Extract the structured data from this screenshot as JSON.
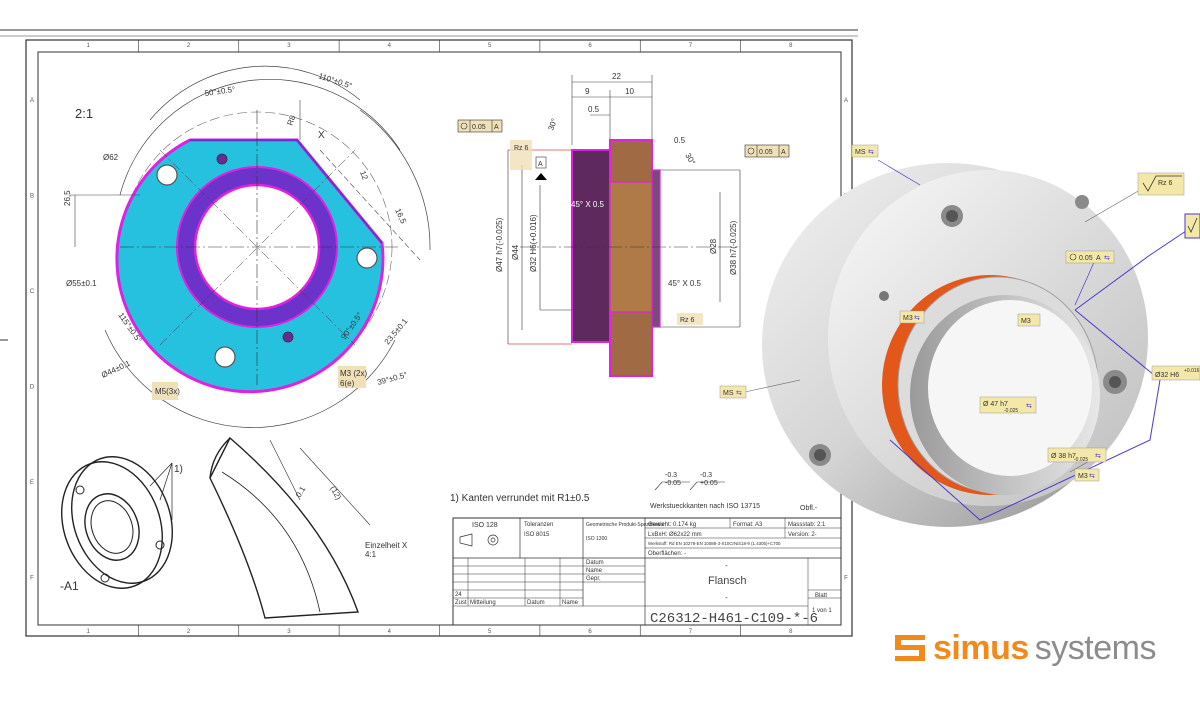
{
  "drawing": {
    "scale": "2:1",
    "view_x_label": "X",
    "dim": {
      "angle50": "50°±0.5°",
      "angle110": "110°±0.5°",
      "r8": "R8",
      "d62": "Ø62",
      "h265": "26,5",
      "r55": "Ø55±0.1",
      "a115": "115°±0.5°",
      "d44": "Ø44±0.1",
      "d12": "12",
      "d165": "16,5",
      "a90": "90°±0.5°",
      "d23": "23,5±0.1",
      "a39": "39°±0.5°",
      "m5": "M5(3x)",
      "m3": "M3 (2x)",
      "m3b": "6(e)"
    },
    "section": {
      "w22": "22",
      "w9": "9",
      "w10": "10",
      "w05a": "0.5",
      "w05b": "0.5",
      "ang30": "30°",
      "ang30b": "30°",
      "tol1": "0.05",
      "tol1_ref": "A",
      "tol2": "0.05",
      "tol2_ref": "A",
      "datum": "A",
      "rz1": "Rz 6",
      "rz2": "Rz 6",
      "chamfer1": "45° X 0.5",
      "chamfer2": "45° X 0.5",
      "d47": "Ø47 h7(-0.025)",
      "d44s": "Ø44",
      "d32": "Ø32 H6(+0.016)",
      "d28": "Ø28",
      "d38": "Ø38 h7(-0.025)"
    },
    "detail": {
      "label1": "1)",
      "dim01": "0.1",
      "dim12": "(12)",
      "title": "Einzelheit X",
      "scale": "4:1",
      "view_label": "-A1"
    },
    "notes": {
      "note1": "1) Kanten verrundet mit R1±0.5",
      "edge_tol_a": "-0.3",
      "edge_tol_b": "-0.05",
      "edge_tol_c": "-0.3",
      "edge_tol_d": "+0.05",
      "edge_note": "Werkstueckkanten nach ISO 13715",
      "surface": "Obfl.-"
    },
    "title_block": {
      "iso": "ISO 128",
      "tol_label": "Toleranzen",
      "tol_val": "ISO 8015",
      "geo_label": "Geometrische Produkt-Spezifikation",
      "geo_val": "ISO 1300",
      "weight": "Gewicht: 0.174 kg",
      "format": "Format: A3",
      "massstab": "Massstab: 2:1",
      "dims": "LxBxH: Ø62x22 mm",
      "version": "Version: 2-",
      "material": "Werkstoff: Rd EN 10278-EN 10088-3-X10CrNiS18-9 (1.4305)+C700",
      "surface": "Oberflächen: -",
      "datum": "Datum",
      "name": "Name",
      "gepr": "Gepr.",
      "num24": "24",
      "zust": "Zust",
      "mitteilung": "Mitteilung",
      "datum2": "Datum",
      "name2": "Name",
      "dash1": "-",
      "part_name": "Flansch",
      "dash2": "-",
      "blatt": "Blatt",
      "blatt_val": "1 von 1",
      "drawing_no": "C26312-H461-C109-*-6"
    },
    "grid_cols": [
      "1",
      "2",
      "3",
      "4",
      "5",
      "6",
      "7",
      "8"
    ],
    "grid_rows": [
      "A",
      "B",
      "C",
      "D",
      "E",
      "F"
    ]
  },
  "model3d": {
    "pmi_ms1": "MS",
    "pmi_m3a": "M3",
    "pmi_m3b": "M3",
    "pmi_ms2": "MS",
    "pmi_m3c": "M3",
    "pmi_rz": "Rz 6",
    "pmi_tol": "0.05",
    "pmi_tol_ref": "A",
    "pmi_d47": "Ø 47 h7",
    "pmi_d47_tol": "-0.025",
    "pmi_d38": "Ø 38 h7",
    "pmi_d38_tol": "-0.025",
    "pmi_d32": "Ø32 H6",
    "pmi_d32_tol": "+0.016"
  },
  "logo": {
    "brand": "simus",
    "suffix": "systems"
  },
  "colors": {
    "face_fill": "#27c1e0",
    "magenta": "#e021e0",
    "purple": "#6b33c9",
    "section_brown": "#a06a44",
    "section_dark": "#5e2a5e",
    "annotation_bg": "#f0e0b8",
    "pmi_bg": "#f4e8a8",
    "logo_orange": "#f08a1c",
    "logo_gray": "#8c8c8c"
  }
}
